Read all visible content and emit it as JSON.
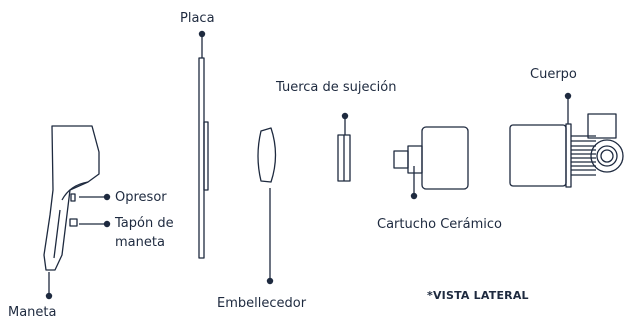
{
  "colors": {
    "ink": "#1e2a3f",
    "background": "#ffffff"
  },
  "labels": {
    "placa": "Placa",
    "tuerca": "Tuerca de sujeción",
    "cuerpo": "Cuerpo",
    "opresor": "Opresor",
    "tapon_line1": "Tapón de",
    "tapon_line2": "maneta",
    "cartucho": "Cartucho Cerámico",
    "embellecedor": "Embellecedor",
    "maneta": "Maneta"
  },
  "note": "*VISTA LATERAL"
}
